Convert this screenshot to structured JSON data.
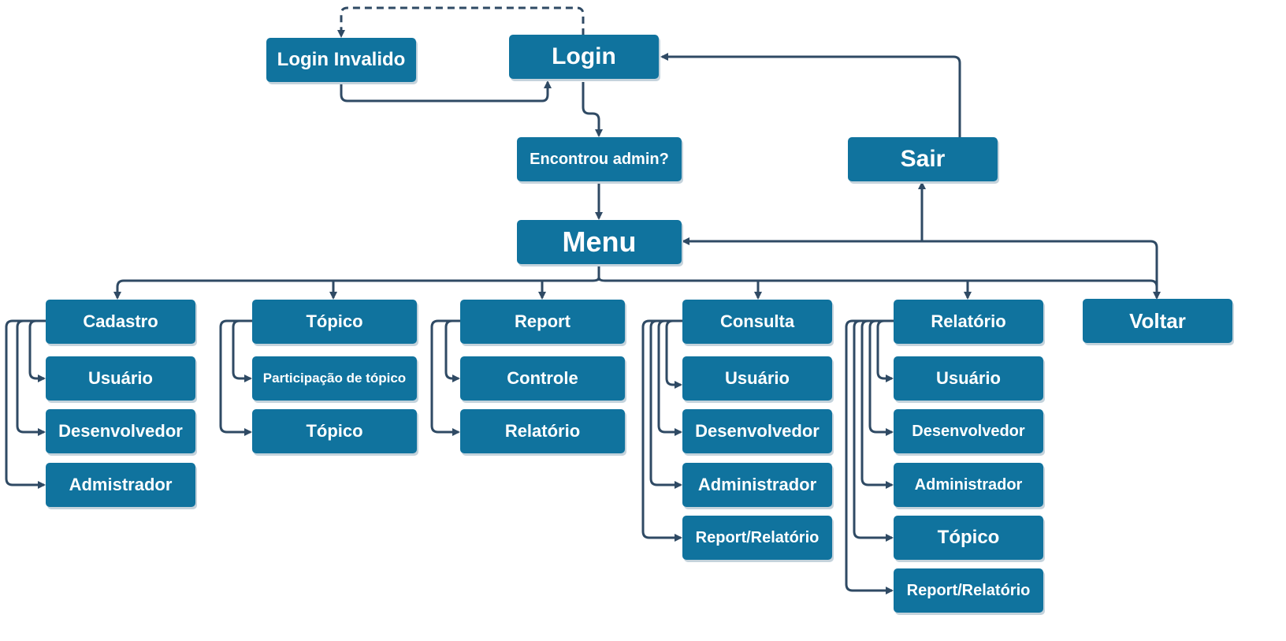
{
  "nodes": {
    "login_invalido": "Login Invalido",
    "login": "Login",
    "encontrou_admin": "Encontrou admin?",
    "sair": "Sair",
    "menu": "Menu",
    "voltar": "Voltar",
    "cadastro": {
      "title": "Cadastro",
      "items": [
        "Usuário",
        "Desenvolvedor",
        "Admistrador"
      ]
    },
    "topico": {
      "title": "Tópico",
      "items": [
        "Participação de tópico",
        "Tópico"
      ]
    },
    "report": {
      "title": "Report",
      "items": [
        "Controle",
        "Relatório"
      ]
    },
    "consulta": {
      "title": "Consulta",
      "items": [
        "Usuário",
        "Desenvolvedor",
        "Administrador",
        "Report/Relatório"
      ]
    },
    "relatorio": {
      "title": "Relatório",
      "items": [
        "Usuário",
        "Desenvolvedor",
        "Administrador",
        "Tópico",
        "Report/Relatório"
      ]
    }
  },
  "colors": {
    "node_fill": "#10739e",
    "node_text": "#ffffff",
    "edge": "#2f4a64"
  }
}
